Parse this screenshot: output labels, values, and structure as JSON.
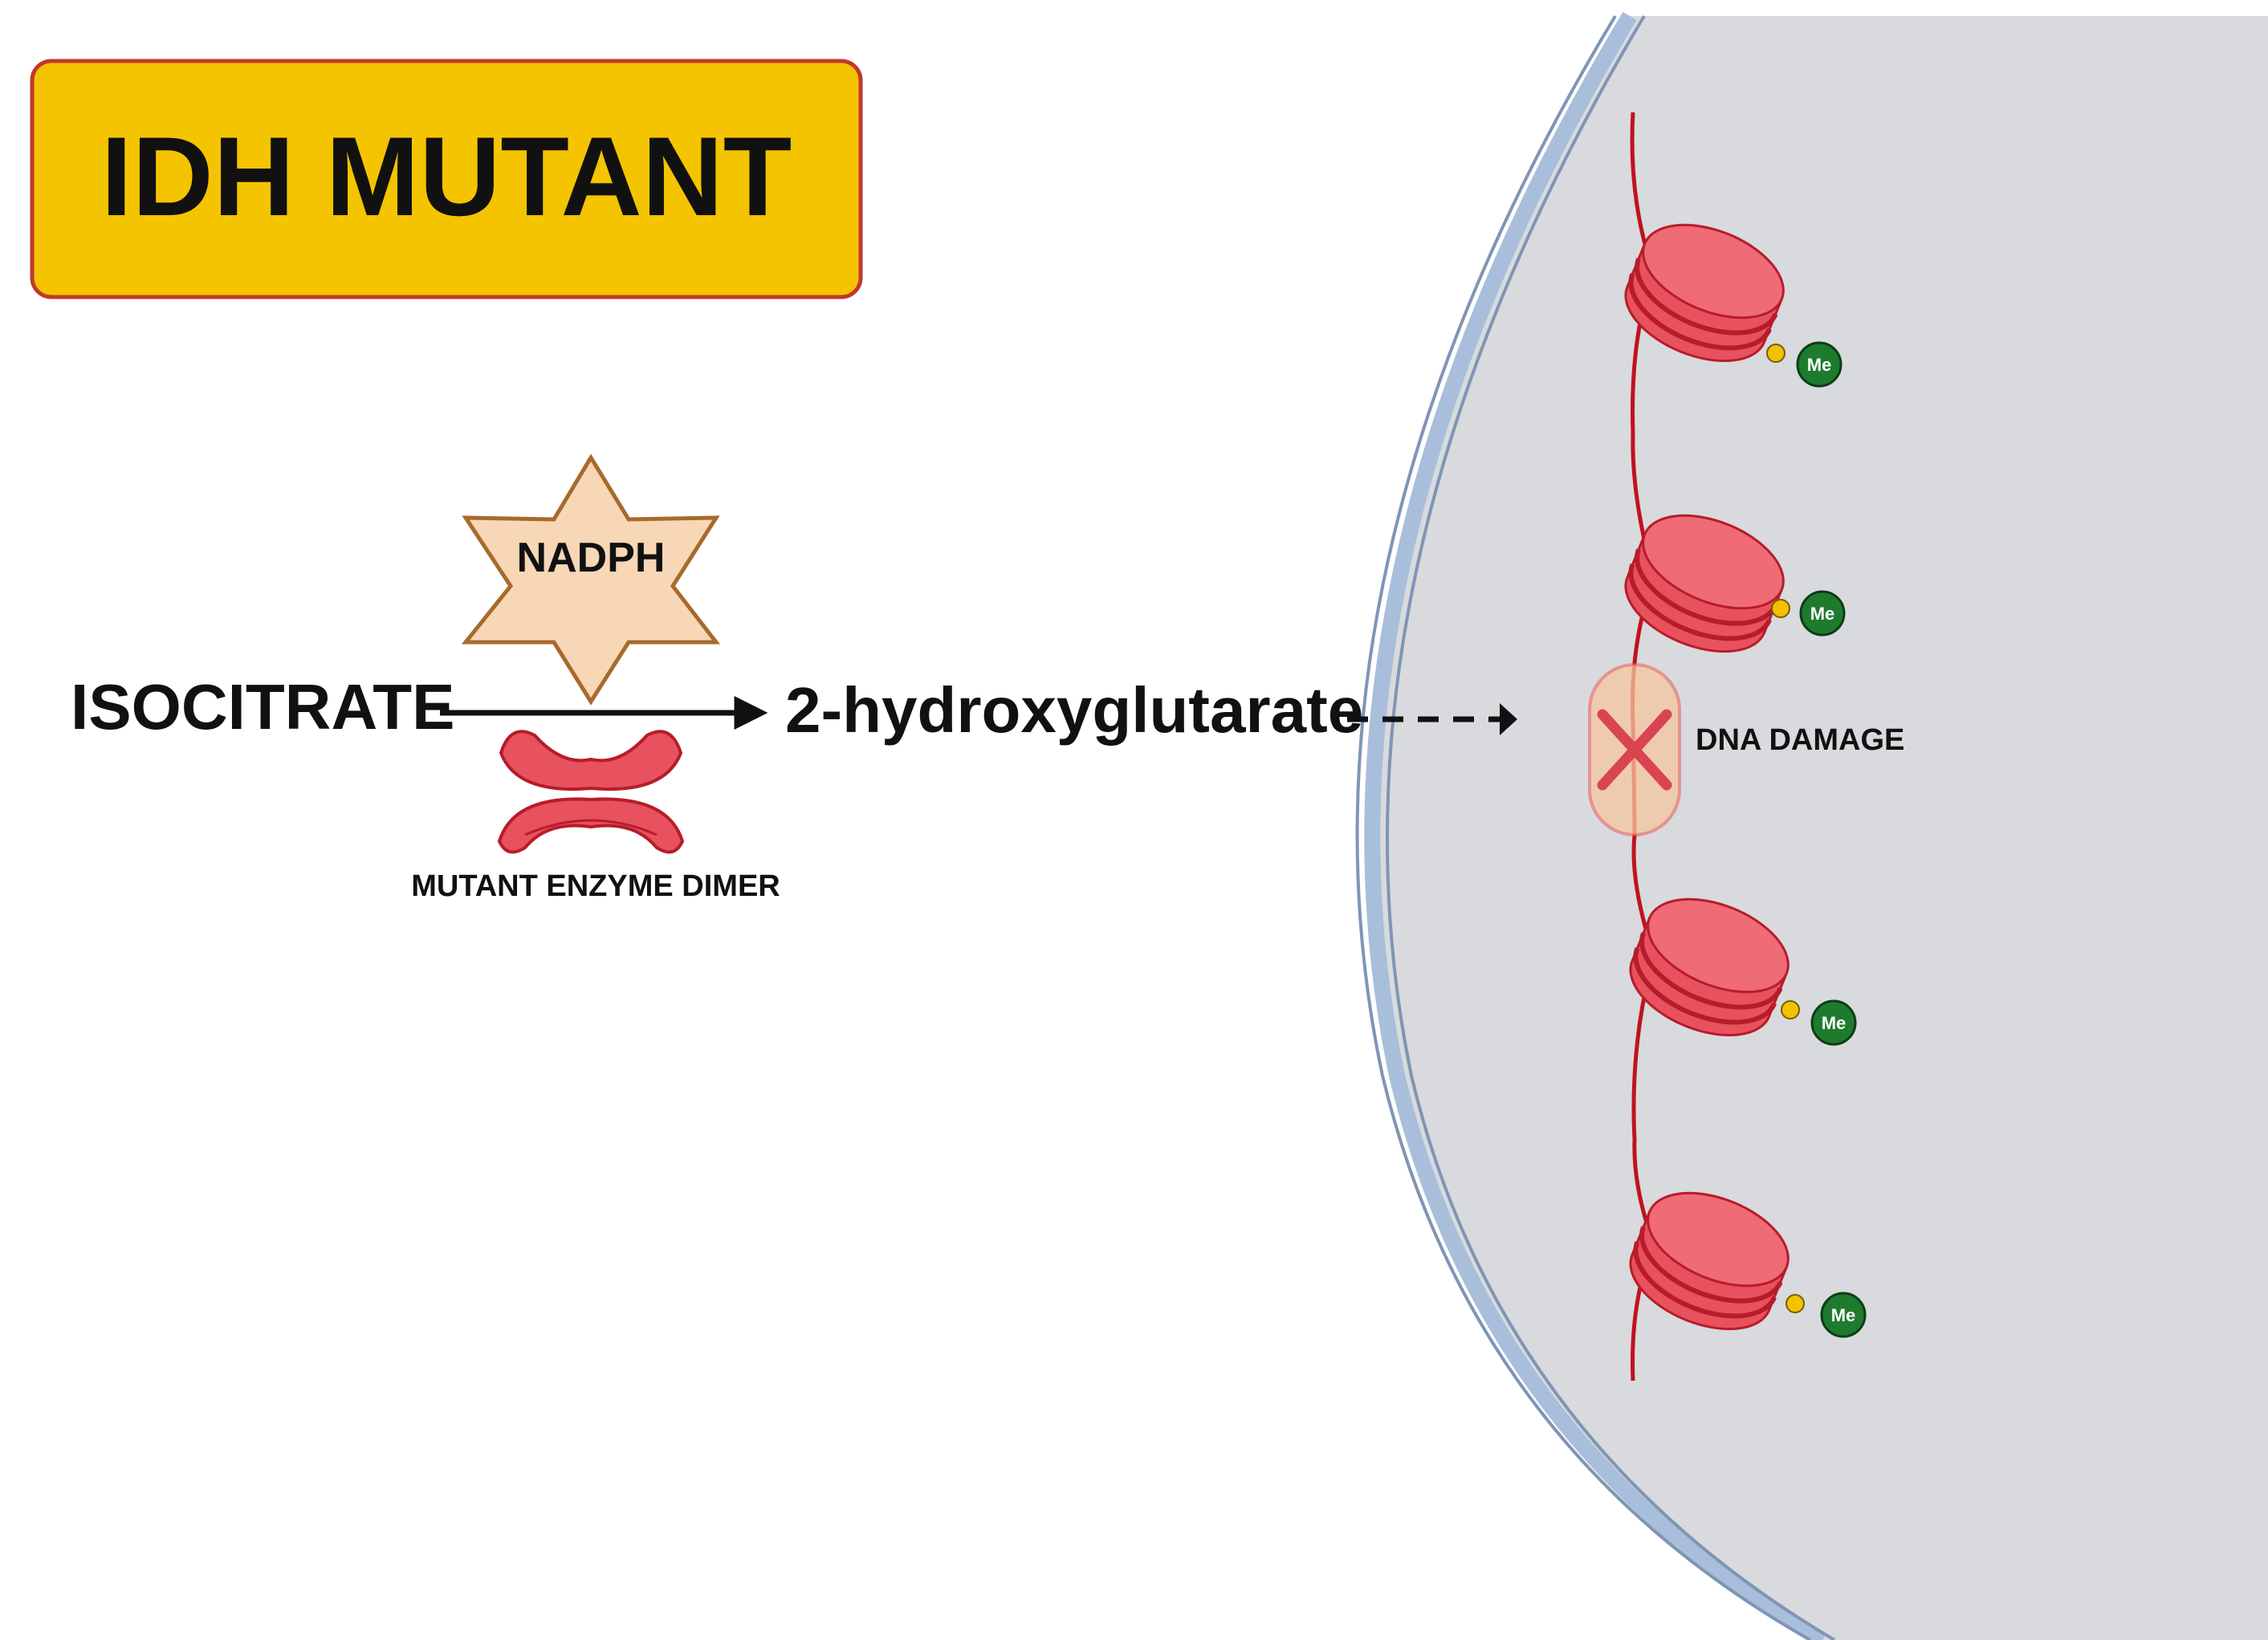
{
  "title": "IDH MUTANT",
  "substrate": "ISOCITRATE",
  "product": "2-hydroxyglutarate",
  "cofactor": "NADPH",
  "enzyme_label": "MUTANT ENZYME DIMER",
  "damage_label": "DNA DAMAGE",
  "methyl_label": "Me",
  "colors": {
    "title_bg": "#f5c400",
    "title_border": "#c0392b",
    "nucleus_fill": "#d8dadd",
    "nuclear_membrane": "#a9bedb",
    "nucleosome": "#e8515e",
    "nucleosome_dark": "#b71c2a",
    "dna": "#c0121f",
    "methyl": "#1e7b2e",
    "methyl_link": "#f2c200",
    "star_fill": "#f8d7b7",
    "star_stroke": "#a86a2c",
    "damage_fill": "#f6c69e",
    "damage_x": "#d94452"
  },
  "nucleosomes": [
    {
      "methyl_label": "Me"
    },
    {
      "methyl_label": "Me"
    },
    {
      "methyl_label": "Me"
    },
    {
      "methyl_label": "Me"
    }
  ]
}
